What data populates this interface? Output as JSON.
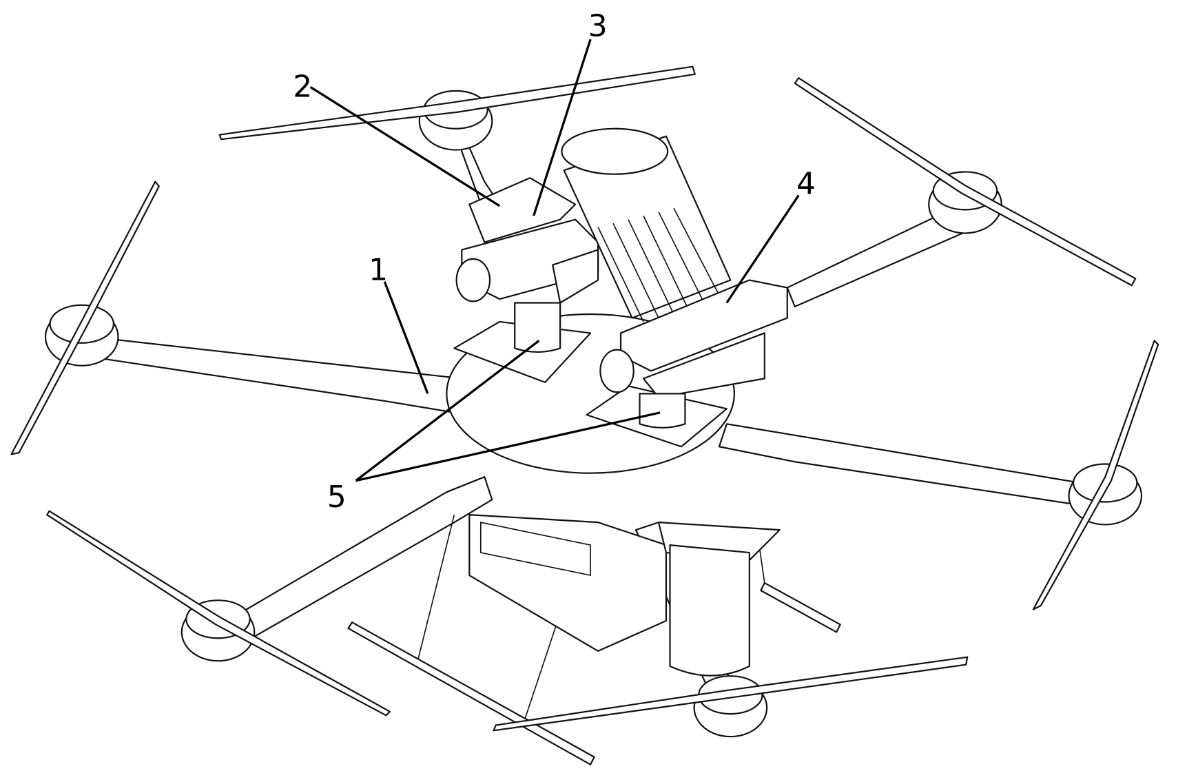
{
  "figure": {
    "labels": [
      {
        "id": "1",
        "text": "1"
      },
      {
        "id": "2",
        "text": "2"
      },
      {
        "id": "3",
        "text": "3"
      },
      {
        "id": "4",
        "text": "4"
      },
      {
        "id": "5",
        "text": "5"
      }
    ]
  }
}
